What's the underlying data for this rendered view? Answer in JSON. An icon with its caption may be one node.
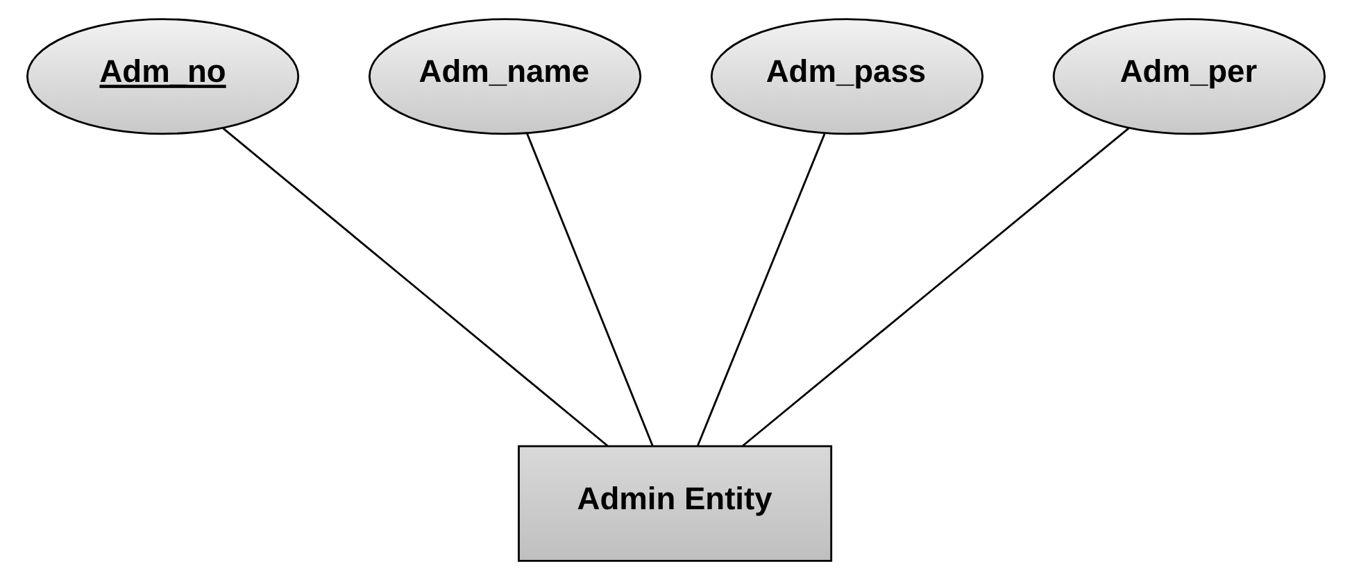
{
  "diagram": {
    "nodes": [
      {
        "text": [
          "Adm_no"
        ]
      },
      {
        "text": [
          "Adm_name"
        ]
      },
      {
        "text": [
          "Adm_pass"
        ]
      },
      {
        "text": [
          "Adm_per"
        ]
      },
      {
        "text": [
          "Admin Entity"
        ]
      }
    ],
    "edges": [
      {
        "from": 0,
        "to": 4,
        "arrow": "none"
      },
      {
        "from": 1,
        "to": 4,
        "arrow": "none"
      },
      {
        "from": 2,
        "to": 4,
        "arrow": "none"
      },
      {
        "from": 3,
        "to": 4,
        "arrow": "none"
      }
    ]
  }
}
